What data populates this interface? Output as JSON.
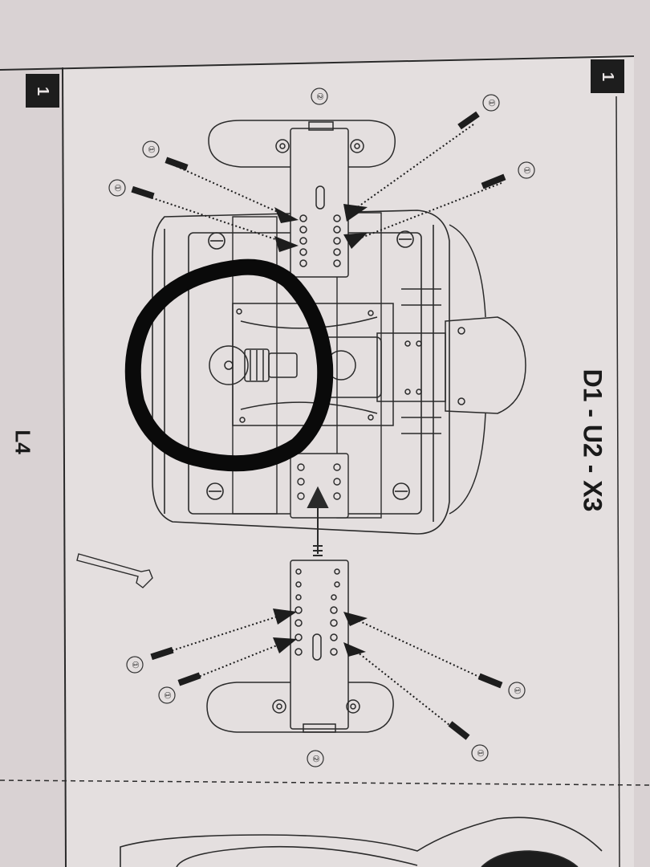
{
  "page": {
    "step_number_left": "1",
    "step_number_right": "1",
    "model_code": "D1 - U2 - X3",
    "side_label": "L4"
  },
  "callouts": {
    "screw": "①",
    "bracket": "②"
  },
  "colors": {
    "paper": "#e4dfdf",
    "background": "#d9d2d3",
    "line": "#2a2a2a",
    "marker": "#0a0a0a"
  }
}
